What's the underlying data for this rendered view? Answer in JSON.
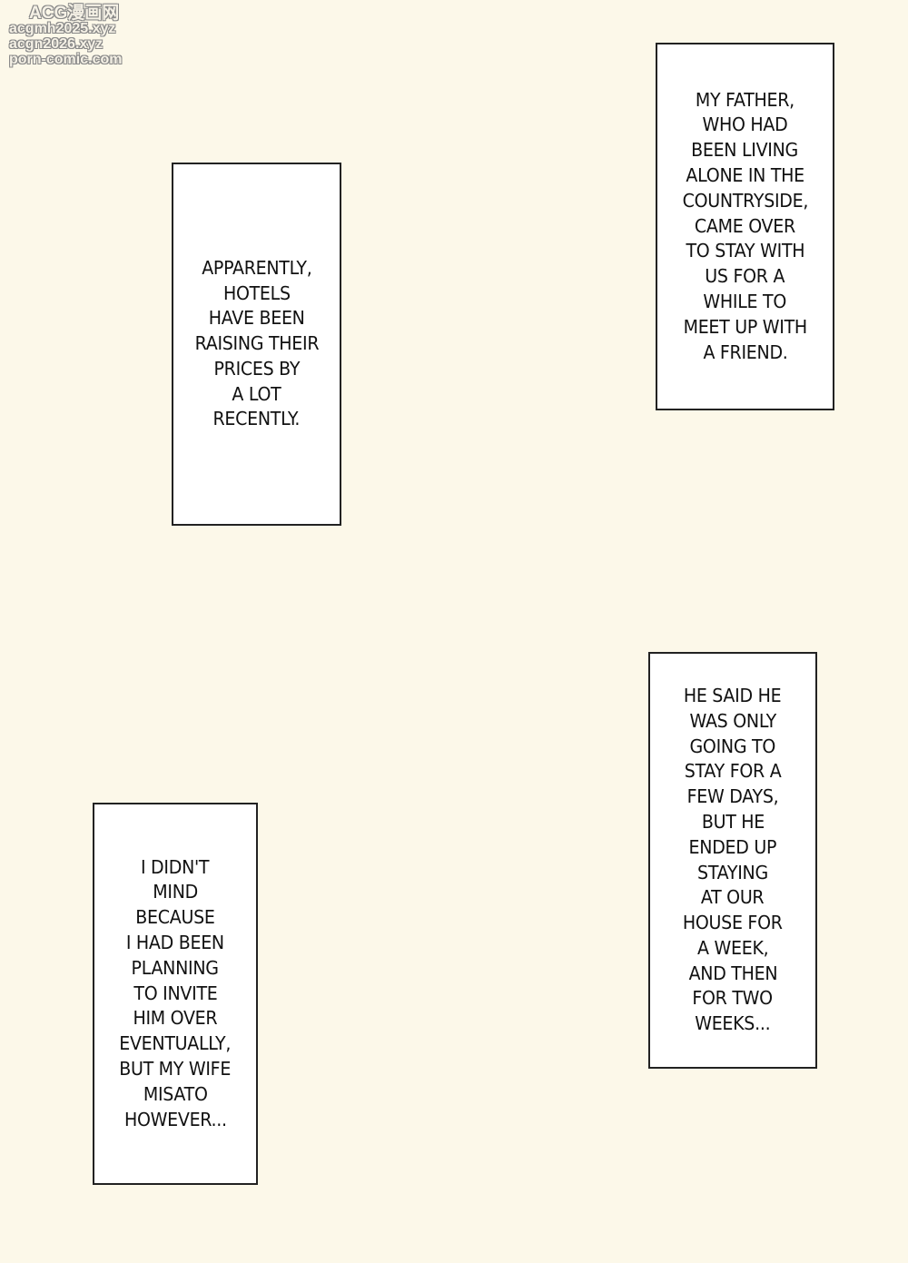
{
  "watermark": [
    "ACG漫画网",
    "acgmh2025.xyz",
    "acgn2026.xyz",
    "porn-comic.com"
  ],
  "captions": [
    {
      "lines": [
        "APPARENTLY,",
        "HOTELS",
        "HAVE BEEN",
        "RAISING THEIR",
        "PRICES BY",
        "A LOT",
        "RECENTLY."
      ]
    },
    {
      "lines": [
        "MY FATHER,",
        "WHO HAD",
        "BEEN LIVING",
        "ALONE IN THE",
        "COUNTRYSIDE,",
        "CAME OVER",
        "TO STAY WITH",
        "US FOR A",
        "WHILE TO",
        "MEET UP WITH",
        "A FRIEND."
      ]
    },
    {
      "lines": [
        "HE SAID HE",
        "WAS ONLY",
        "GOING TO",
        "STAY FOR A",
        "FEW DAYS,",
        "BUT HE",
        "ENDED UP",
        "STAYING",
        "AT OUR",
        "HOUSE FOR",
        "A WEEK,",
        "AND THEN",
        "FOR TWO",
        "WEEKS..."
      ]
    },
    {
      "lines": [
        "I DIDN'T",
        "MIND",
        "BECAUSE",
        "I HAD BEEN",
        "PLANNING",
        "TO INVITE",
        "HIM OVER",
        "EVENTUALLY,",
        "BUT MY WIFE",
        "MISATO",
        "HOWEVER..."
      ]
    }
  ]
}
